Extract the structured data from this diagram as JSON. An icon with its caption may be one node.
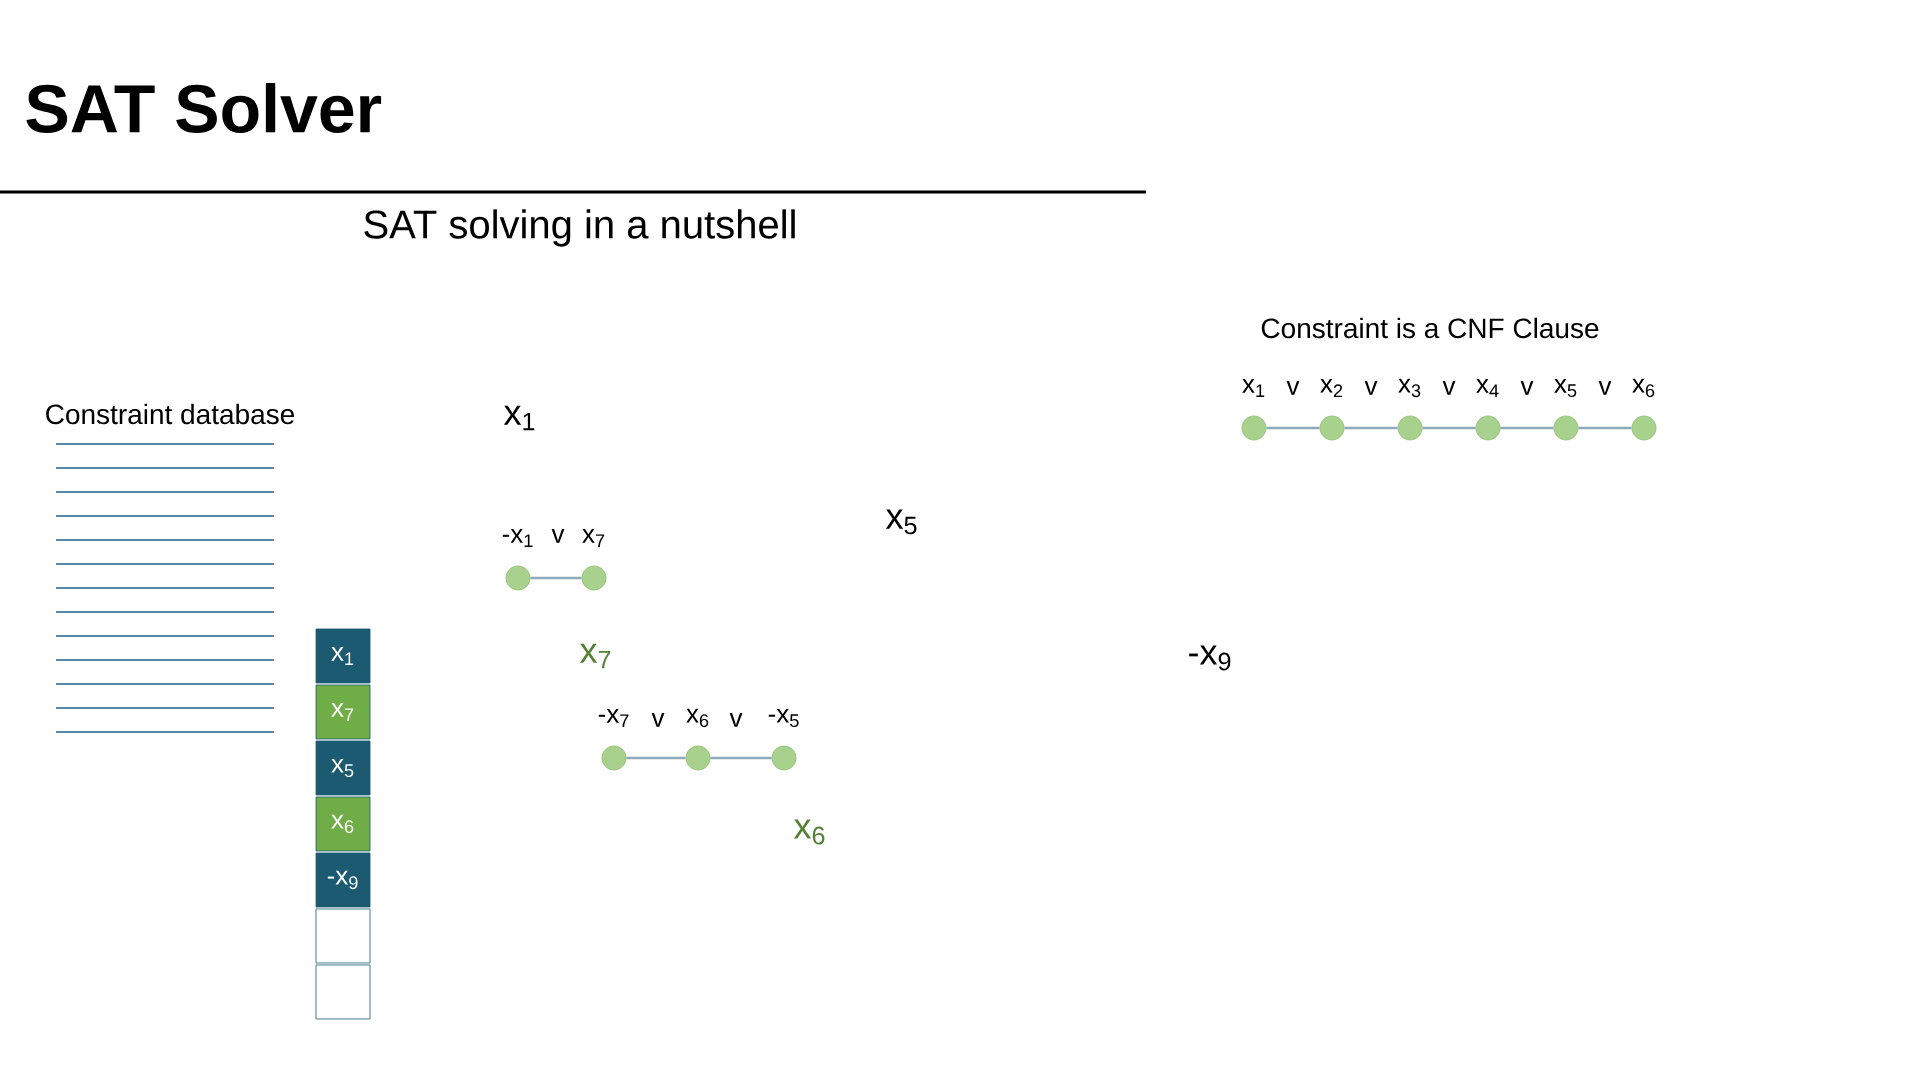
{
  "diagram": {
    "title": "SAT Solver",
    "nodes": [
      {
        "text": [
          "x$_{1}$"
        ]
      },
      {
        "text": [
          "x$_{7}$"
        ]
      },
      {
        "text": [
          "x$_{5}$"
        ]
      },
      {
        "text": [
          "x$_{6}$"
        ]
      },
      {
        "text": [
          "-x$_{9}$"
        ]
      },
      {
        "text": [],
        "shape": "box"
      },
      {
        "text": [],
        "shape": "box"
      },
      {
        "text": [],
        "shape": "circle",
        "beside": [
          "-x$_{1}$"
        ]
      },
      {
        "text": [],
        "shape": "circle",
        "beside": [
          "x$_{7}$"
        ]
      },
      {
        "text": [],
        "shape": "circle",
        "beside": [
          "-x$_{7}$"
        ]
      },
      {
        "text": [],
        "shape": "circle",
        "beside": [
          "x$_{6}$"
        ]
      },
      {
        "text": [],
        "shape": "circle",
        "beside": [
          "-x$_{5}$"
        ]
      },
      {
        "text": [],
        "shape": "circle",
        "beside": [
          "x$_{1}$"
        ]
      },
      {
        "text": [],
        "shape": "circle",
        "beside": [
          "x$_{2}$"
        ]
      },
      {
        "text": [],
        "shape": "circle",
        "beside": [
          "x$_{3}$"
        ]
      },
      {
        "text": [],
        "shape": "circle",
        "beside": [
          "x$_{4}$"
        ]
      },
      {
        "text": [],
        "shape": "circle",
        "beside": [
          "x$_{5}$"
        ]
      },
      {
        "text": [],
        "shape": "circle",
        "beside": [
          "x$_{6}$"
        ]
      }
    ],
    "edges": [
      {
        "from": 7,
        "to": 8,
        "arrow": "none"
      },
      {
        "from": 9,
        "to": 10,
        "arrow": "none"
      },
      {
        "from": 10,
        "to": 11,
        "arrow": "none"
      },
      {
        "from": 12,
        "to": 13,
        "arrow": "none"
      },
      {
        "from": 13,
        "to": 14,
        "arrow": "none"
      },
      {
        "from": 14,
        "to": 15,
        "arrow": "none"
      },
      {
        "from": 15,
        "to": 16,
        "arrow": "none"
      },
      {
        "from": 16,
        "to": 17,
        "arrow": "none"
      }
    ],
    "labels": [
      "SAT solving in a nutshell",
      "Constraint is a CNF Clause",
      "v",
      "v",
      "v",
      "v",
      "v",
      "Constraint database",
      "x$_{1}$",
      "x$_{5}$",
      "v",
      "x$_{7}$",
      "-x$_{9}$",
      "v",
      "v",
      "x$_{6}$"
    ]
  }
}
